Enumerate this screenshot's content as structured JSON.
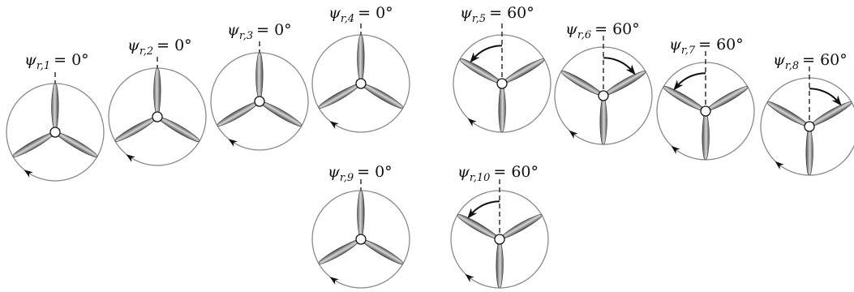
{
  "rotors": [
    {
      "id": 1,
      "label_sub": "r,1",
      "label_value": "= 0°",
      "yaw_deg": 0
    },
    {
      "id": 2,
      "label_sub": "r,2",
      "label_value": "= 0°",
      "yaw_deg": 0
    },
    {
      "id": 3,
      "label_sub": "r,3",
      "label_value": "= 0°",
      "yaw_deg": 0
    },
    {
      "id": 4,
      "label_sub": "r,4",
      "label_value": "= 0°",
      "yaw_deg": 0
    },
    {
      "id": 5,
      "label_sub": "r,5",
      "label_value": "= 60°",
      "yaw_deg": 60,
      "yaw_dir": "ccw"
    },
    {
      "id": 6,
      "label_sub": "r,6",
      "label_value": "= 60°",
      "yaw_deg": 60,
      "yaw_dir": "cw"
    },
    {
      "id": 7,
      "label_sub": "r,7",
      "label_value": "= 60°",
      "yaw_deg": 60,
      "yaw_dir": "ccw"
    },
    {
      "id": 8,
      "label_sub": "r,8",
      "label_value": "= 60°",
      "yaw_deg": 60,
      "yaw_dir": "cw"
    },
    {
      "id": 9,
      "label_sub": "r,9",
      "label_value": "= 0°",
      "yaw_deg": 0
    },
    {
      "id": 10,
      "label_sub": "r,10",
      "label_value": "= 60°",
      "yaw_deg": 60,
      "yaw_dir": "ccw"
    }
  ],
  "symbol": "ψ",
  "colors": {
    "blade_light": "#c8c8c8",
    "blade_dark": "#555555",
    "circle": "#8a8a8a"
  }
}
